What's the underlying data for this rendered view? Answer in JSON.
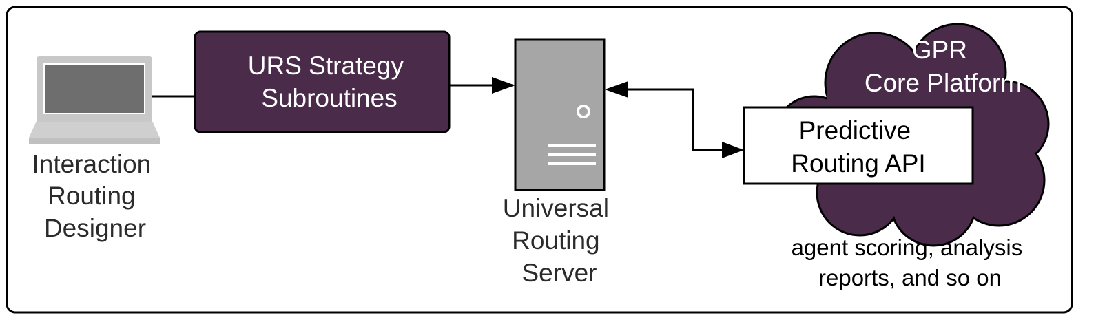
{
  "colors": {
    "accent_purple": "#4a2c4a",
    "server_gray": "#a6a6a6",
    "laptop_gray": "#c8c8c8",
    "screen_gray": "#6e6e6e",
    "line_black": "#000000"
  },
  "nodes": {
    "designer": {
      "icon": "laptop-icon",
      "label_lines": [
        "Interaction",
        "Routing",
        "Designer"
      ]
    },
    "subroutines": {
      "label_lines": [
        "URS Strategy",
        "Subroutines"
      ]
    },
    "urs": {
      "icon": "server-icon",
      "label_lines": [
        "Universal",
        "Routing",
        "Server"
      ]
    },
    "gpr": {
      "icon": "cloud-icon",
      "title_lines": [
        "GPR",
        "Core Platform"
      ],
      "api_lines": [
        "Predictive",
        "Routing API"
      ],
      "note_lines": [
        "agent scoring, analysis",
        "reports, and so on"
      ]
    }
  }
}
